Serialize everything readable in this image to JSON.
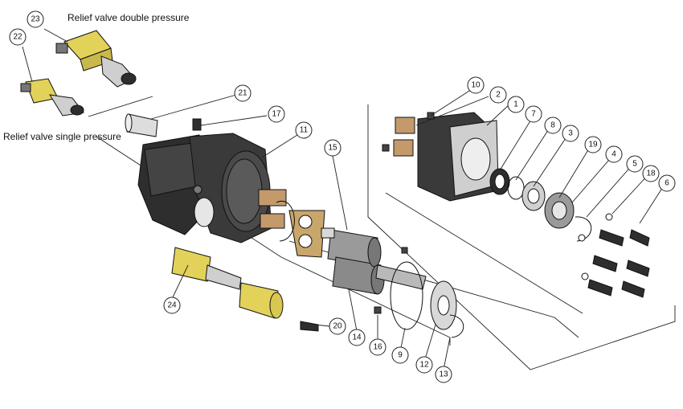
{
  "labels": {
    "relief_double": "Relief valve double pressure",
    "relief_single": "Relief valve single pressure"
  },
  "callouts": [
    "23",
    "22",
    "21",
    "17",
    "11",
    "15",
    "24",
    "20",
    "14",
    "16",
    "9",
    "12",
    "13",
    "10",
    "2",
    "1",
    "7",
    "8",
    "3",
    "19",
    "4",
    "5",
    "18",
    "6"
  ],
  "colors": {
    "body_dark": "#2e2e2e",
    "body_mid": "#4a4a4a",
    "yellow": "#e2d25a",
    "bronze": "#c49a6c",
    "steel": "#b9b9b9",
    "line": "#111111"
  }
}
